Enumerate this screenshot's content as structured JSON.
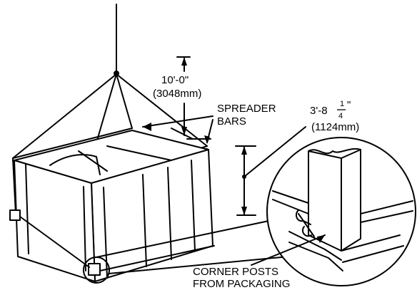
{
  "labels": {
    "height_dim": "10'-0\"",
    "height_dim_metric": "(3048mm)",
    "spreader_line1": "SPREADER",
    "spreader_line2": "BARS",
    "width_dim_whole": "3'-8",
    "width_dim_frac_num": "1",
    "width_dim_frac_den": "4",
    "width_dim_inch": "\"",
    "width_dim_metric": "(1124mm)",
    "corner_line1": "CORNER POSTS",
    "corner_line2": "FROM PACKAGING"
  }
}
